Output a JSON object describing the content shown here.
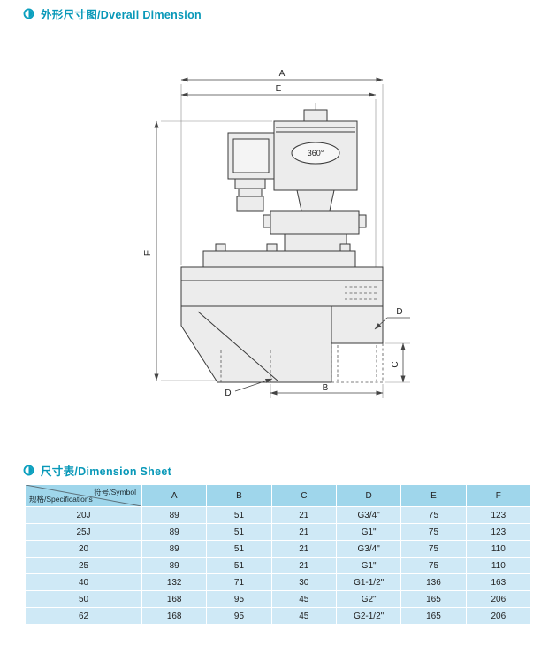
{
  "sections": {
    "overall_dimension_title": "外形尺寸图/Dverall Dimension",
    "dimension_sheet_title": "尺寸表/Dimension Sheet"
  },
  "drawing": {
    "labels": {
      "A": "A",
      "E": "E",
      "F": "F",
      "B": "B",
      "C": "C",
      "D_outlet": "D",
      "D_inlet": "D",
      "rotation": "360°"
    }
  },
  "table": {
    "corner_top": "符号/Symbol",
    "corner_bottom": "规格/Specifications",
    "columns": [
      "A",
      "B",
      "C",
      "D",
      "E",
      "F"
    ],
    "rows": [
      {
        "spec": "20J",
        "values": [
          "89",
          "51",
          "21",
          "G3/4\"",
          "75",
          "123"
        ]
      },
      {
        "spec": "25J",
        "values": [
          "89",
          "51",
          "21",
          "G1\"",
          "75",
          "123"
        ]
      },
      {
        "spec": "20",
        "values": [
          "89",
          "51",
          "21",
          "G3/4\"",
          "75",
          "110"
        ]
      },
      {
        "spec": "25",
        "values": [
          "89",
          "51",
          "21",
          "G1\"",
          "75",
          "110"
        ]
      },
      {
        "spec": "40",
        "values": [
          "132",
          "71",
          "30",
          "G1-1/2\"",
          "136",
          "163"
        ]
      },
      {
        "spec": "50",
        "values": [
          "168",
          "95",
          "45",
          "G2\"",
          "165",
          "206"
        ]
      },
      {
        "spec": "62",
        "values": [
          "168",
          "95",
          "45",
          "G2-1/2\"",
          "165",
          "206"
        ]
      }
    ]
  }
}
